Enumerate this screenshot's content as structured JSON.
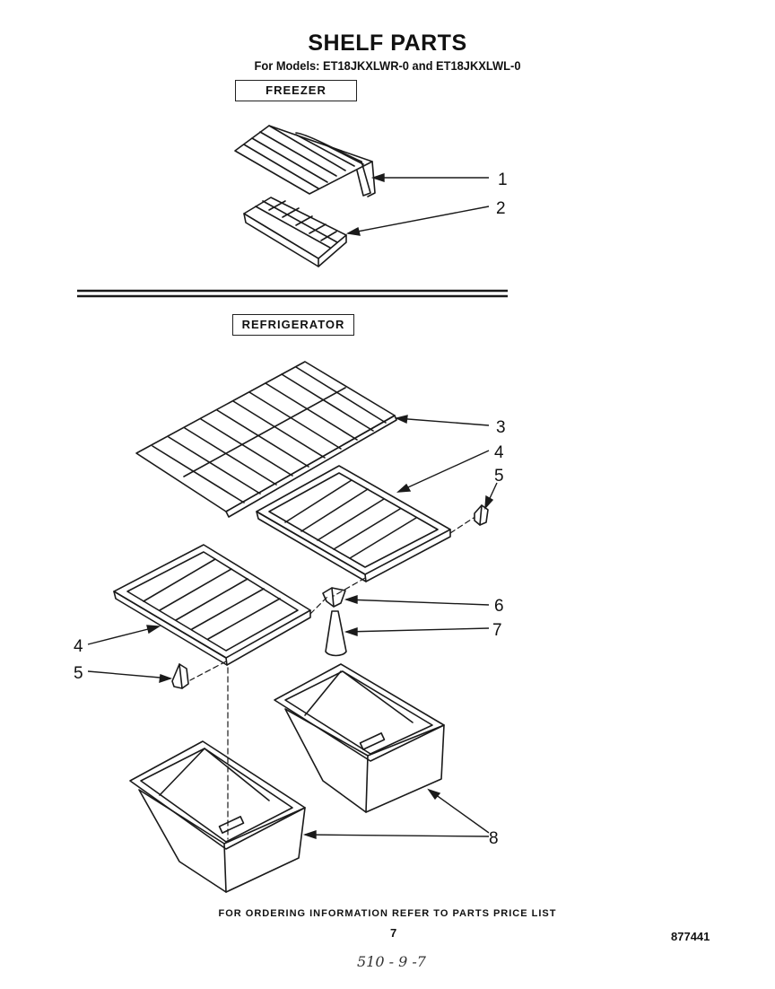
{
  "title": "SHELF PARTS",
  "subtitle": "For Models: ET18JKXLWR-0 and ET18JKXLWL-0",
  "sections": {
    "freezer": "FREEZER",
    "refrigerator": "REFRIGERATOR"
  },
  "callouts": [
    "1",
    "2",
    "3",
    "4",
    "5",
    "6",
    "7",
    "4",
    "5",
    "8"
  ],
  "footer": {
    "ordering_note": "FOR ORDERING INFORMATION REFER TO PARTS PRICE LIST",
    "page_number": "7",
    "document_number": "877441",
    "handwritten_note": "510 - 9 -7"
  }
}
